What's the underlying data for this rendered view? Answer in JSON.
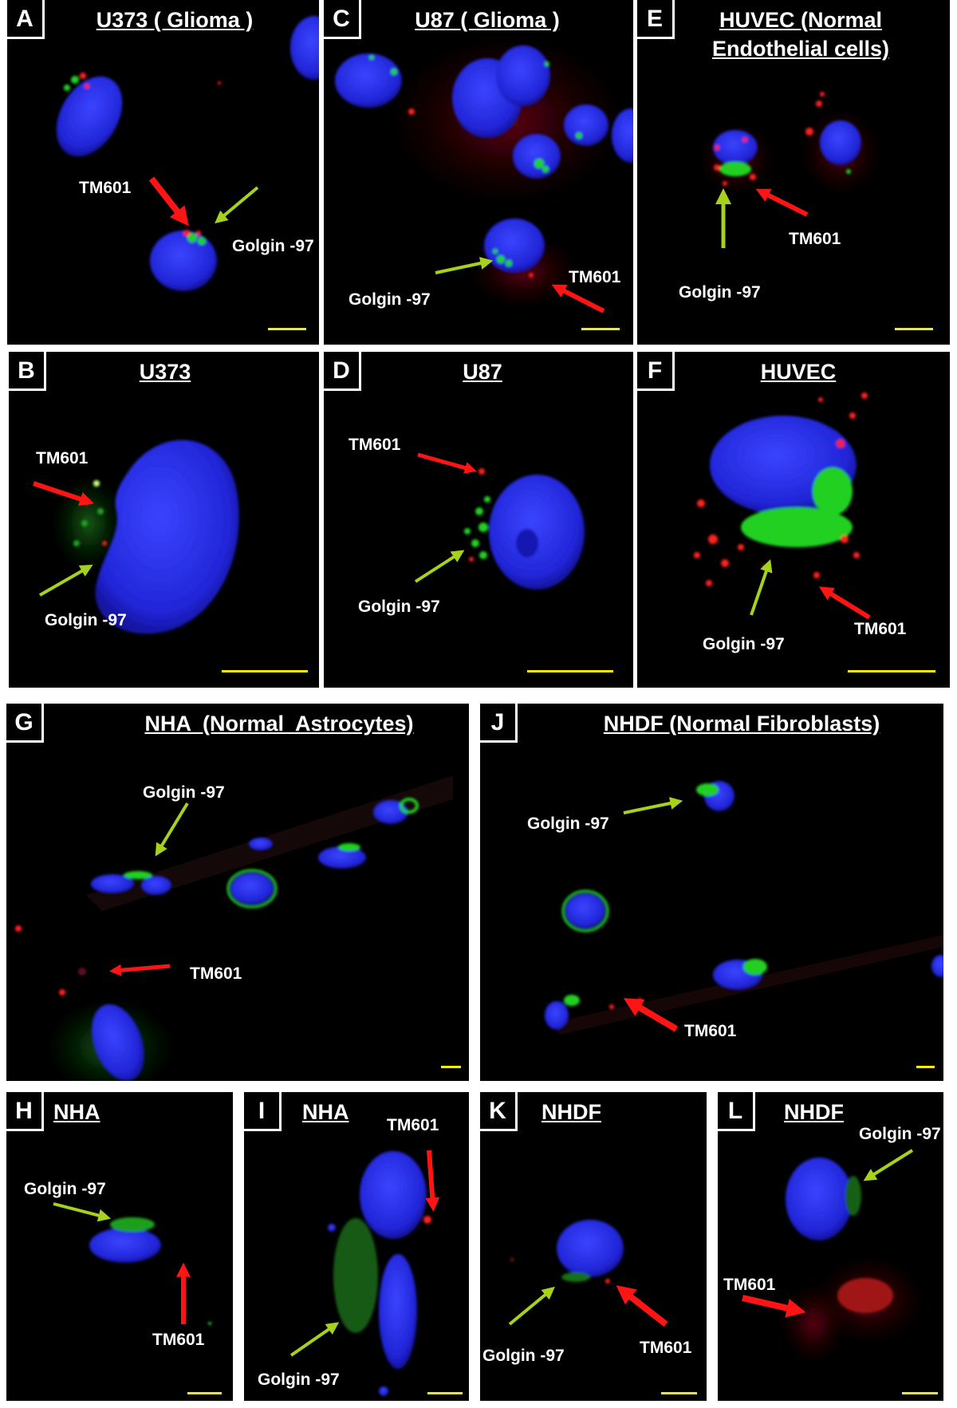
{
  "panels": {
    "a": {
      "letter": "A",
      "title": "U373 ( Glioma )",
      "tm601": "TM601",
      "golgin": "Golgin -97"
    },
    "c": {
      "letter": "C",
      "title": "U87 ( Glioma )",
      "tm601": "TM601",
      "golgin": "Golgin -97"
    },
    "e": {
      "letter": "E",
      "title_line1": "HUVEC (Normal",
      "title_line2": "Endothelial cells)",
      "tm601": "TM601",
      "golgin": "Golgin -97"
    },
    "b": {
      "letter": "B",
      "title": "U373",
      "tm601": "TM601",
      "golgin": "Golgin -97"
    },
    "d": {
      "letter": "D",
      "title": "U87",
      "tm601": "TM601",
      "golgin": "Golgin -97"
    },
    "f": {
      "letter": "F",
      "title": "HUVEC",
      "tm601": "TM601",
      "golgin": "Golgin -97"
    },
    "g": {
      "letter": "G",
      "title": "NHA  (Normal  Astrocytes)",
      "tm601": "TM601",
      "golgin": "Golgin -97"
    },
    "j": {
      "letter": "J",
      "title": "NHDF (Normal Fibroblasts)",
      "tm601": "TM601",
      "golgin": "Golgin -97"
    },
    "h": {
      "letter": "H",
      "title": "NHA",
      "tm601": "TM601",
      "golgin": "Golgin -97"
    },
    "i": {
      "letter": "I",
      "title": "NHA",
      "tm601": "TM601",
      "golgin": "Golgin -97"
    },
    "k": {
      "letter": "K",
      "title": "NHDF",
      "tm601": "TM601",
      "golgin": "Golgin -97"
    },
    "l": {
      "letter": "L",
      "title": "NHDF",
      "tm601": "TM601",
      "golgin": "Golgin -97"
    }
  },
  "colors": {
    "nucleus": "#2a2ee8",
    "golgin": "#22d022",
    "tm601": "#ff2020",
    "scale_bar": "#f5f000",
    "golgin_arrow": "#a6d21c",
    "tm601_arrow": "#ff1414"
  }
}
